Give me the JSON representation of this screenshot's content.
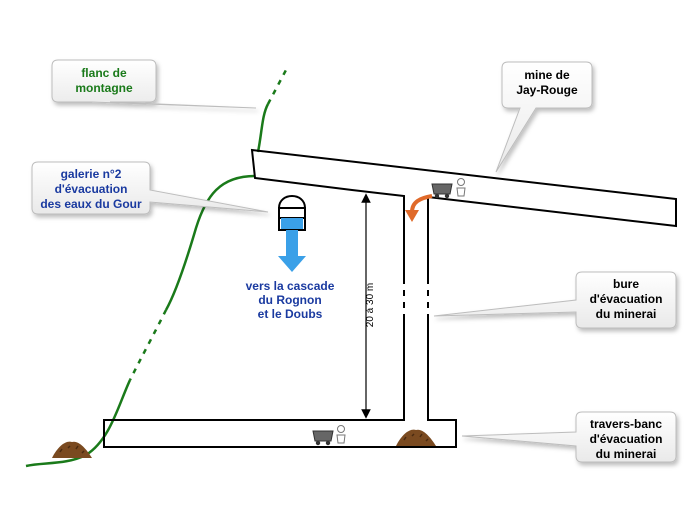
{
  "callouts": {
    "flanc": {
      "lines": [
        "flanc de",
        "montagne"
      ]
    },
    "galerie": {
      "lines": [
        "galerie n°2",
        "d'évacuation",
        "des eaux du Gour"
      ]
    },
    "mine": {
      "lines": [
        "mine de",
        "Jay-Rouge"
      ]
    },
    "bure": {
      "lines": [
        "bure",
        "d'évacuation",
        "du minerai"
      ]
    },
    "travers": {
      "lines": [
        "travers-banc",
        "d'évacuation",
        "du minerai"
      ]
    }
  },
  "water_label": {
    "lines": [
      "vers la cascade",
      "du Rognon",
      "et le Doubs"
    ]
  },
  "depth_label": "20 à 30 m",
  "colors": {
    "mountain": "#1a7a1a",
    "water": "#3aa0e8",
    "water_text": "#1a3aa0",
    "arrow": "#e06a2a",
    "ore": "#7a4a20",
    "callout_text_dark": "#000000"
  },
  "icons": [
    "mine-cart-icon",
    "miner-icon",
    "ore-pile-icon",
    "water-arrow-icon",
    "curved-arrow-icon"
  ]
}
